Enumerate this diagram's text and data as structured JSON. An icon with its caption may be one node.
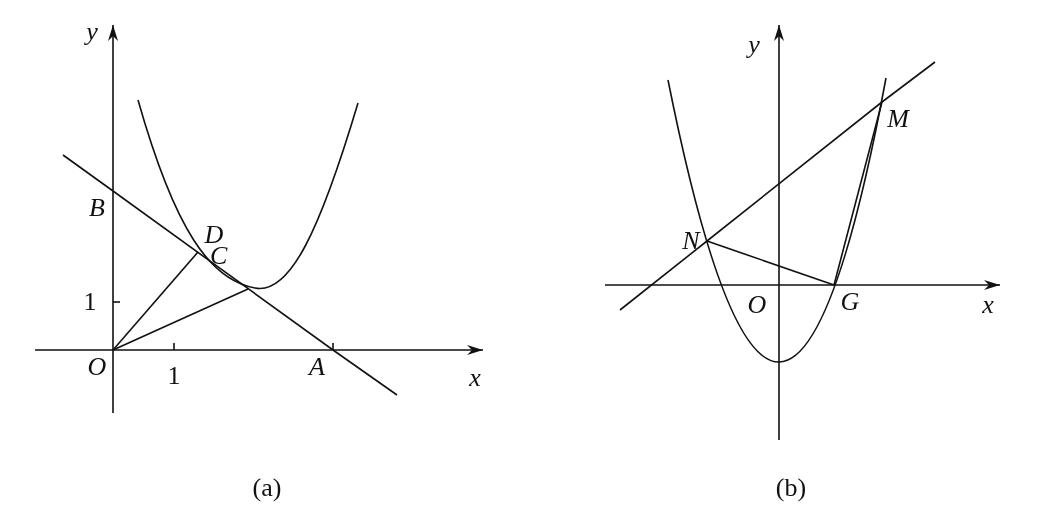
{
  "diagram": {
    "nodes": [
      {
        "text": [
          "B"
        ]
      },
      {
        "text": [
          "D"
        ]
      },
      {
        "text": [
          "C"
        ]
      },
      {
        "text": [
          "O"
        ]
      },
      {
        "text": [
          "A"
        ]
      },
      {
        "text": [
          "M"
        ]
      },
      {
        "text": [
          "N"
        ]
      },
      {
        "text": [
          "G"
        ]
      }
    ],
    "edges": [
      {
        "from": 3,
        "to": 1,
        "arrow": "none"
      },
      {
        "from": 3,
        "to": 2,
        "arrow": "none"
      },
      {
        "from": 0,
        "to": 4,
        "arrow": "none"
      },
      {
        "from": 6,
        "to": 5,
        "arrow": "none"
      },
      {
        "from": 6,
        "to": 7,
        "arrow": "none"
      },
      {
        "from": 7,
        "to": 5,
        "arrow": "none"
      }
    ],
    "labels": [
      "y",
      "1",
      "1",
      "x",
      "y",
      "O",
      "x",
      "(a)",
      "(b)"
    ]
  }
}
